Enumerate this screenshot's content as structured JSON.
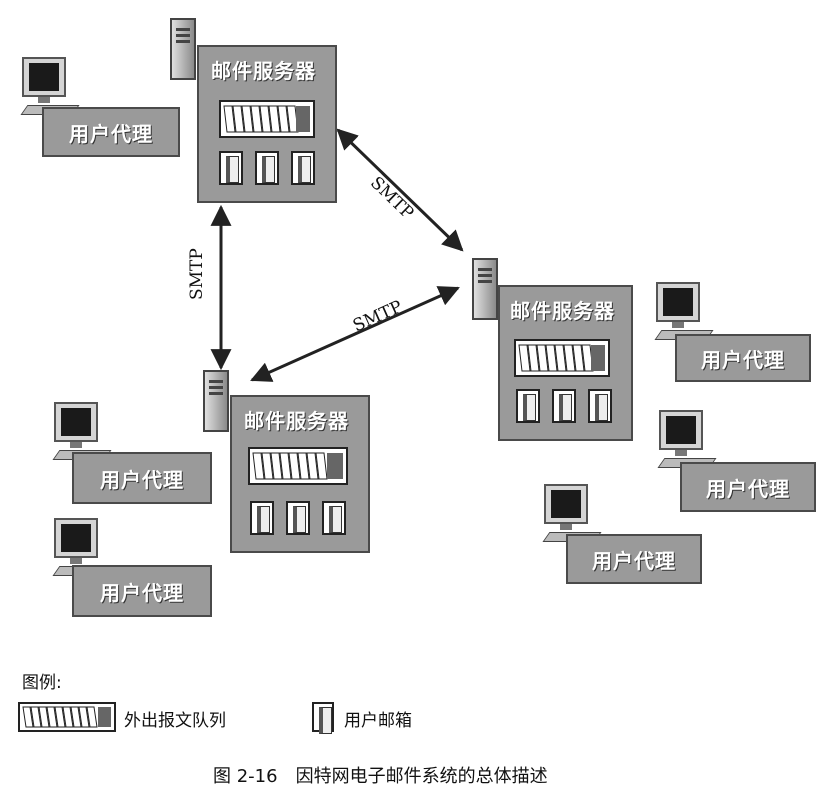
{
  "servers": [
    {
      "title": "邮件服务器"
    },
    {
      "title": "邮件服务器"
    },
    {
      "title": "邮件服务器"
    }
  ],
  "user_agents": [
    {
      "label": "用户代理"
    },
    {
      "label": "用户代理"
    },
    {
      "label": "用户代理"
    },
    {
      "label": "用户代理"
    },
    {
      "label": "用户代理"
    },
    {
      "label": "用户代理"
    }
  ],
  "connections": [
    {
      "label": "SMTP"
    },
    {
      "label": "SMTP"
    },
    {
      "label": "SMTP"
    }
  ],
  "legend": {
    "title": "图例:",
    "queue_label": "外出报文队列",
    "mailbox_label": "用户邮箱"
  },
  "caption": "图 2-16　因特网电子邮件系统的总体描述",
  "icons": [
    "computer-icon",
    "server-tower-icon",
    "message-queue-icon",
    "mailbox-icon"
  ]
}
